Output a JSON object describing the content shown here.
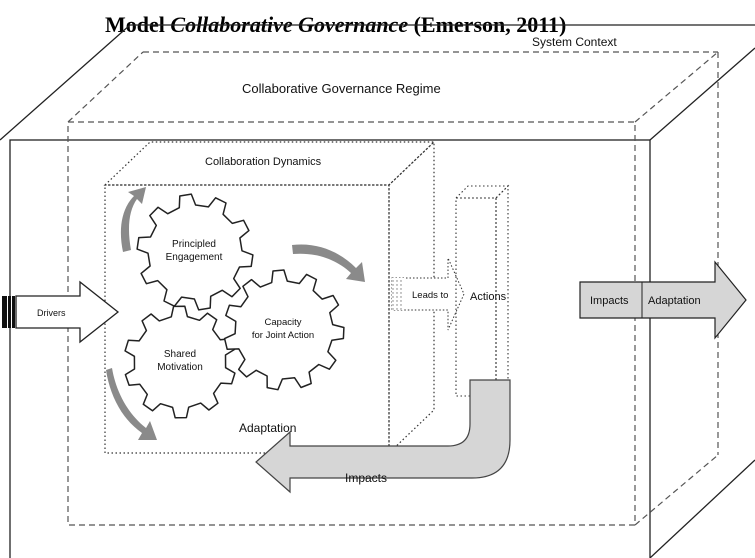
{
  "title": {
    "prefix": "Model ",
    "italic": "Collaborative Governance",
    "suffix": " (Emerson, 2011)"
  },
  "labels": {
    "system_context": "System Context",
    "regime": "Collaborative Governance Regime",
    "dynamics": "Collaboration Dynamics",
    "gear_principled_1": "Principled",
    "gear_principled_2": "Engagement",
    "gear_shared_1": "Shared",
    "gear_shared_2": "Motivation",
    "gear_capacity_1": "Capacity",
    "gear_capacity_2": "for Joint Action",
    "drivers": "Drivers",
    "leads_to": "Leads to",
    "actions": "Actions",
    "impacts_outer": "Impacts",
    "adaptation_outer": "Adaptation",
    "adaptation_inner": "Adaptation",
    "impacts_inner": "Impacts"
  },
  "colors": {
    "line": "#222222",
    "dash": "#555555",
    "gear_fill": "#ffffff",
    "arrow_gray": "#8a8a8a",
    "panel_gray": "#cfcfcf",
    "feedback_fill": "#d6d6d6"
  }
}
